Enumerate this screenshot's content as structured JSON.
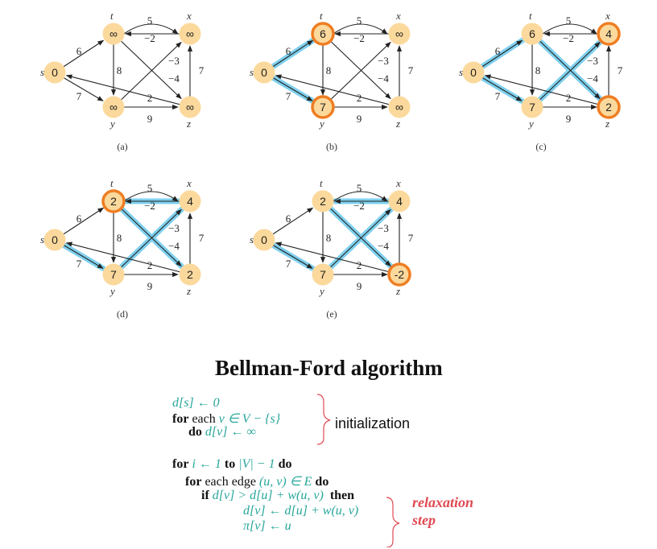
{
  "panels": [
    {
      "caption": "(a)",
      "values": {
        "s": "0",
        "t": "∞",
        "x": "∞",
        "y": "∞",
        "z": "∞"
      },
      "highlightNodes": [],
      "shadedEdges": []
    },
    {
      "caption": "(b)",
      "values": {
        "s": "0",
        "t": "6",
        "x": "∞",
        "y": "7",
        "z": "∞"
      },
      "highlightNodes": [
        "t",
        "y"
      ],
      "shadedEdges": [
        "st",
        "sy"
      ]
    },
    {
      "caption": "(c)",
      "values": {
        "s": "0",
        "t": "6",
        "x": "4",
        "y": "7",
        "z": "2"
      },
      "highlightNodes": [
        "x",
        "z"
      ],
      "shadedEdges": [
        "st",
        "sy",
        "tz",
        "yx"
      ]
    },
    {
      "caption": "(d)",
      "values": {
        "s": "0",
        "t": "2",
        "x": "4",
        "y": "7",
        "z": "2"
      },
      "highlightNodes": [
        "t"
      ],
      "shadedEdges": [
        "sy",
        "tz",
        "yx",
        "xt"
      ]
    },
    {
      "caption": "(e)",
      "values": {
        "s": "0",
        "t": "2",
        "x": "4",
        "y": "7",
        "z": "-2"
      },
      "highlightNodes": [
        "z"
      ],
      "shadedEdges": [
        "sy",
        "tz",
        "yx",
        "xt"
      ]
    }
  ],
  "vertexNames": {
    "s": "s",
    "t": "t",
    "x": "x",
    "y": "y",
    "z": "z"
  },
  "edges": [
    {
      "id": "st",
      "from": "s",
      "to": "t",
      "w": "6"
    },
    {
      "id": "sy",
      "from": "s",
      "to": "y",
      "w": "7"
    },
    {
      "id": "tx",
      "from": "t",
      "to": "x",
      "w": "5"
    },
    {
      "id": "xt",
      "from": "x",
      "to": "t",
      "w": "−2"
    },
    {
      "id": "ty",
      "from": "t",
      "to": "y",
      "w": "8"
    },
    {
      "id": "tz",
      "from": "t",
      "to": "z",
      "w": "−4"
    },
    {
      "id": "yx",
      "from": "y",
      "to": "x",
      "w": "−3"
    },
    {
      "id": "yz",
      "from": "y",
      "to": "z",
      "w": "9"
    },
    {
      "id": "zx",
      "from": "z",
      "to": "x",
      "w": "7"
    },
    {
      "id": "zs",
      "from": "z",
      "to": "s",
      "w": "2"
    }
  ],
  "colors": {
    "node_fill": "#fbd99c",
    "node_highlight": "#ef7d22",
    "edge_shade": "#7fd0ee",
    "text_teal": "#26a69a",
    "relax_red": "#e04a52"
  },
  "algorithm": {
    "title": "Bellman-Ford algorithm",
    "init_label": "initialization",
    "relax_label_1": "relaxation",
    "relax_label_2": "step",
    "line1": "d[s] ← 0",
    "line2_kw": "for",
    "line2_txt": " each ",
    "line2_math": "v ∈ V − {s}",
    "line3_kw": "do",
    "line3_math": "d[v] ← ∞",
    "line4_kw1": "for",
    "line4_math1": "i ← 1",
    "line4_kw2": "to",
    "line4_math2": "|V| − 1",
    "line4_kw3": "do",
    "line5_kw": "for",
    "line5_txt": " each edge ",
    "line5_math": "(u, v) ∈ E",
    "line5_kw2": "do",
    "line6_kw": "if",
    "line6_math": "d[v] > d[u] + w(u, v)",
    "line6_kw2": "then",
    "line7_math": "d[v] ← d[u] + w(u, v)",
    "line8_math": "π[v] ← u"
  }
}
